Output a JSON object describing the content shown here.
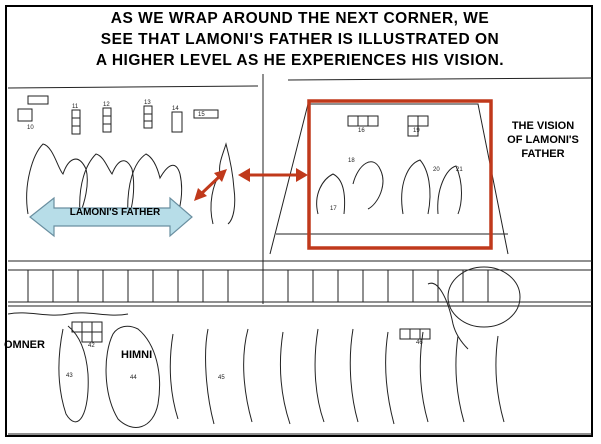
{
  "slide": {
    "headline_lines": [
      "AS WE WRAP AROUND THE NEXT CORNER, WE",
      "SEE THAT LAMONI'S FATHER IS ILLUSTRATED ON",
      "A HIGHER LEVEL AS HE EXPERIENCES HIS VISION."
    ]
  },
  "labels": {
    "vision": [
      "THE VISION",
      "OF LAMONI'S",
      "FATHER"
    ],
    "lamonis_father": "LAMONI'S FATHER",
    "omner": "OMNER",
    "himni": "HIMNI"
  },
  "figure_numbers": {
    "upper_left": [
      "10",
      "11",
      "12",
      "13",
      "14",
      "15"
    ],
    "vision_panel": [
      "16",
      "17",
      "18",
      "19",
      "20",
      "21"
    ],
    "bottom": [
      "42",
      "43",
      "44",
      "45",
      "46"
    ]
  },
  "colors": {
    "highlight_box": "#c0391b",
    "double_arrow": "#c0391b",
    "banner_arrow_fill": "#b7dde8",
    "banner_arrow_stroke": "#6a8fa0",
    "line_art": "#222222"
  },
  "icons": {
    "banner": "double-headed-arrow",
    "link_arrows": "double-headed-arrow"
  }
}
